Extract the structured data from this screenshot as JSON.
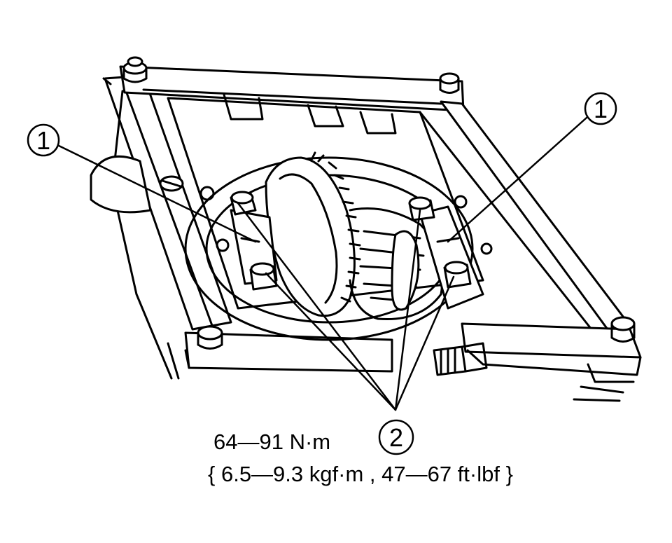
{
  "callouts": [
    {
      "id": "1",
      "label": "1"
    },
    {
      "id": "1b",
      "label": "1"
    },
    {
      "id": "2",
      "label": "2"
    }
  ],
  "torque_spec": {
    "line1": "64—91 N·m",
    "line2": "{ 6.5—9.3 kgf·m , 47—67 ft·lbf }"
  },
  "colors": {
    "ink": "#000000",
    "paper": "#ffffff"
  }
}
